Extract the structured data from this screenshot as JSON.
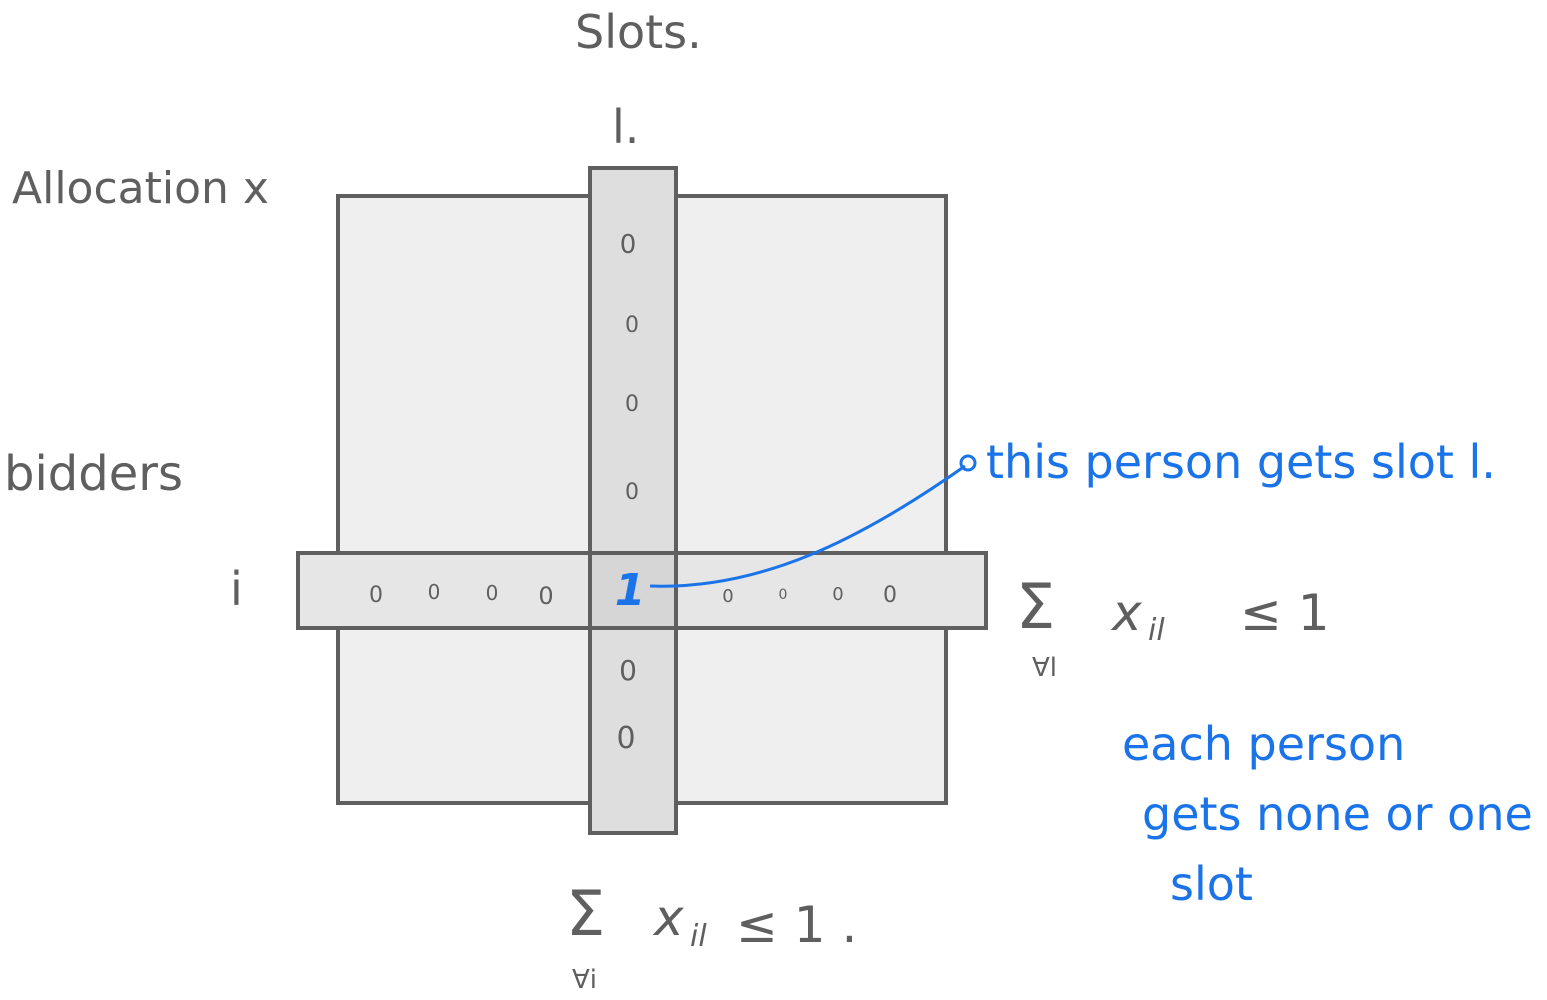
{
  "labels": {
    "slots_title": "Slots.",
    "slot_index": "l.",
    "allocation_title": "Allocation x",
    "bidders_title": "bidders",
    "bidder_index": "i",
    "row_sum_symbol": "Σ",
    "row_sum_sub": "∀l",
    "row_sum_expr": "x",
    "row_sum_idx": "il",
    "row_sum_rel": "≤ 1",
    "col_sum_symbol": "Σ",
    "col_sum_sub": "∀i",
    "col_sum_expr": "x",
    "col_sum_idx": "il",
    "col_sum_rel": "≤ 1 ."
  },
  "annotations": {
    "arrow_note": "this person gets slot l.",
    "note_line1": "each person",
    "note_line2": "gets none or one",
    "note_line3": "slot"
  },
  "matrix": {
    "column_values": [
      "0",
      "0",
      "0",
      "0",
      "0",
      "0"
    ],
    "row_values_left": [
      "0",
      "0",
      "0",
      "0"
    ],
    "row_values_right": [
      "0",
      "0",
      "0",
      "0"
    ],
    "intersection_value": "1"
  },
  "colors": {
    "stroke": "#5f5f5f",
    "matrix_fill": "#efefef",
    "band_fill": "#e0e0e0",
    "overlap_fill": "#d8d8d8",
    "accent": "#1a73e8"
  }
}
